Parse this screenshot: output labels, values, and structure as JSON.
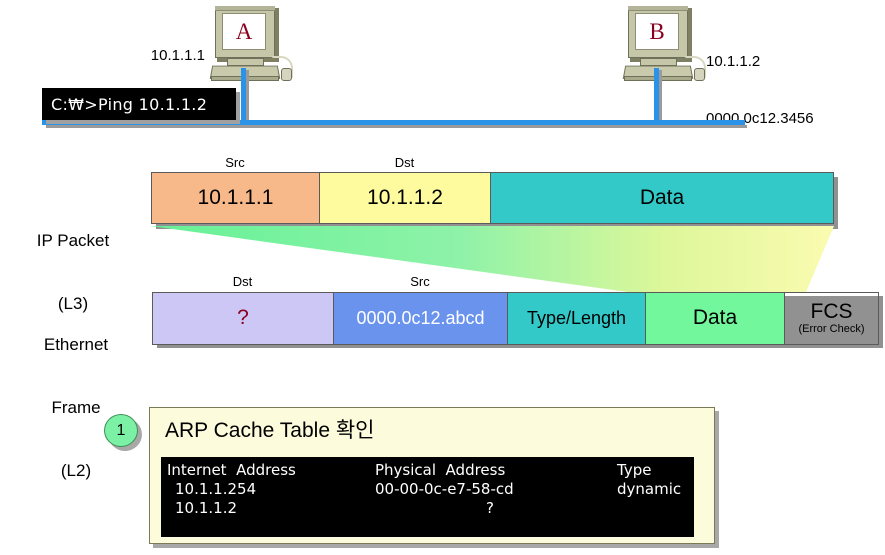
{
  "hosts": [
    {
      "name": "host-a",
      "letter": "A",
      "ip": "10.1.1.1",
      "mac": "0000.0c12.abcd"
    },
    {
      "name": "host-b",
      "letter": "B",
      "ip": "10.1.1.2",
      "mac": "0000.0c12.3456"
    }
  ],
  "console": {
    "command": "C:₩>Ping 10.1.1.2"
  },
  "ip_packet": {
    "row_label_line1": "IP Packet",
    "row_label_line2": "(L3)",
    "captions": {
      "src": "Src",
      "dst": "Dst"
    },
    "fields": [
      {
        "key": "src",
        "caption": "Src",
        "value": "10.1.1.1",
        "color": "#f7b98a"
      },
      {
        "key": "dst",
        "caption": "Dst",
        "value": "10.1.1.2",
        "color": "#fdfb9e"
      },
      {
        "key": "data",
        "caption": "",
        "value": "Data",
        "color": "#33c9c9"
      }
    ]
  },
  "ethernet_frame": {
    "row_label_line1": "Ethernet",
    "row_label_line2": "Frame",
    "row_label_line3": "(L2)",
    "captions": {
      "dst": "Dst",
      "src": "Src"
    },
    "fields": [
      {
        "key": "dst",
        "caption": "Dst",
        "value": "?",
        "sub": "",
        "color": "#ccc7f5"
      },
      {
        "key": "src",
        "caption": "Src",
        "value": "0000.0c12.abcd",
        "sub": "",
        "color": "#6a93ee"
      },
      {
        "key": "typelength",
        "caption": "",
        "value": "Type/Length",
        "sub": "",
        "color": "#33c9c9"
      },
      {
        "key": "data",
        "caption": "",
        "value": "Data",
        "sub": "",
        "color": "#72f79c"
      },
      {
        "key": "fcs",
        "caption": "",
        "value": "FCS",
        "sub": "(Error Check)",
        "color": "#fcc濾"
      }
    ]
  },
  "step": {
    "number": "1",
    "title": "ARP Cache Table 확인"
  },
  "arp_table": {
    "headers": {
      "internet_address": "Internet  Address",
      "physical_address": "Physical  Address",
      "type": "Type"
    },
    "rows": [
      {
        "internet_address": "10.1.1.254",
        "physical_address": "00-00-0c-e7-58-cd",
        "type": "dynamic"
      },
      {
        "internet_address": "10.1.1.2",
        "physical_address": "?",
        "type": ""
      }
    ]
  },
  "colors": {
    "cable": "#2a93e8",
    "ip_src": "#f7b98a",
    "ip_dst": "#fdfb9e",
    "ip_data": "#33c9c9",
    "eth_dst": "#ccc7f5",
    "eth_src": "#6a93ee",
    "eth_type": "#33c9c9",
    "eth_data": "#72f79c",
    "eth_fcs": "#fcc濾",
    "panel_bg": "#fcfbdc",
    "badge": "#7cf0a4",
    "letter": "#8b0020"
  }
}
